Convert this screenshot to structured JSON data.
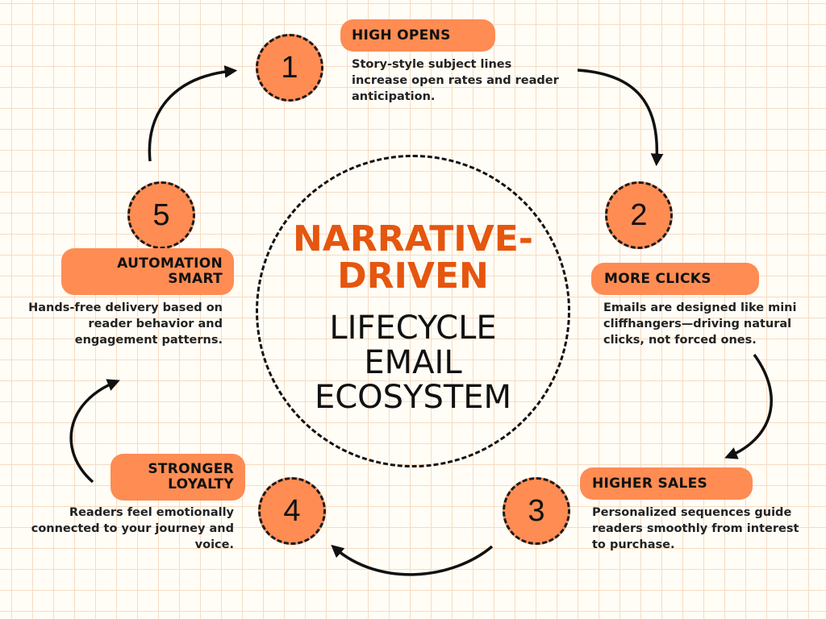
{
  "center": {
    "title_lines": [
      "NARRATIVE-",
      "DRIVEN"
    ],
    "subtitle_lines": [
      "LIFECYCLE",
      "EMAIL",
      "ECOSYSTEM"
    ]
  },
  "steps": [
    {
      "number": "1",
      "heading_lines": [
        "HIGH OPENS"
      ],
      "description_lines": [
        "Story-style subject lines",
        "increase open rates and reader",
        "anticipation."
      ]
    },
    {
      "number": "2",
      "heading_lines": [
        "MORE CLICKS"
      ],
      "description_lines": [
        "Emails are designed like mini",
        "cliffhangers—driving natural",
        "clicks, not forced ones."
      ]
    },
    {
      "number": "3",
      "heading_lines": [
        "HIGHER SALES"
      ],
      "description_lines": [
        "Personalized sequences guide",
        "readers smoothly from interest",
        "to purchase."
      ]
    },
    {
      "number": "4",
      "heading_lines": [
        "STRONGER",
        "LOYALTY"
      ],
      "description_lines": [
        "Readers feel emotionally",
        "connected to your journey and",
        "voice."
      ]
    },
    {
      "number": "5",
      "heading_lines": [
        "AUTOMATION",
        "SMART"
      ],
      "description_lines": [
        "Hands-free delivery based on",
        "reader behavior and",
        "engagement patterns."
      ]
    }
  ],
  "colors": {
    "accent": "#fe8c53",
    "title": "#e5560f",
    "text": "#222222",
    "grid": "#f6dcc3",
    "background": "#fffdf6"
  },
  "icons": [
    "curved-arrow-icon"
  ]
}
